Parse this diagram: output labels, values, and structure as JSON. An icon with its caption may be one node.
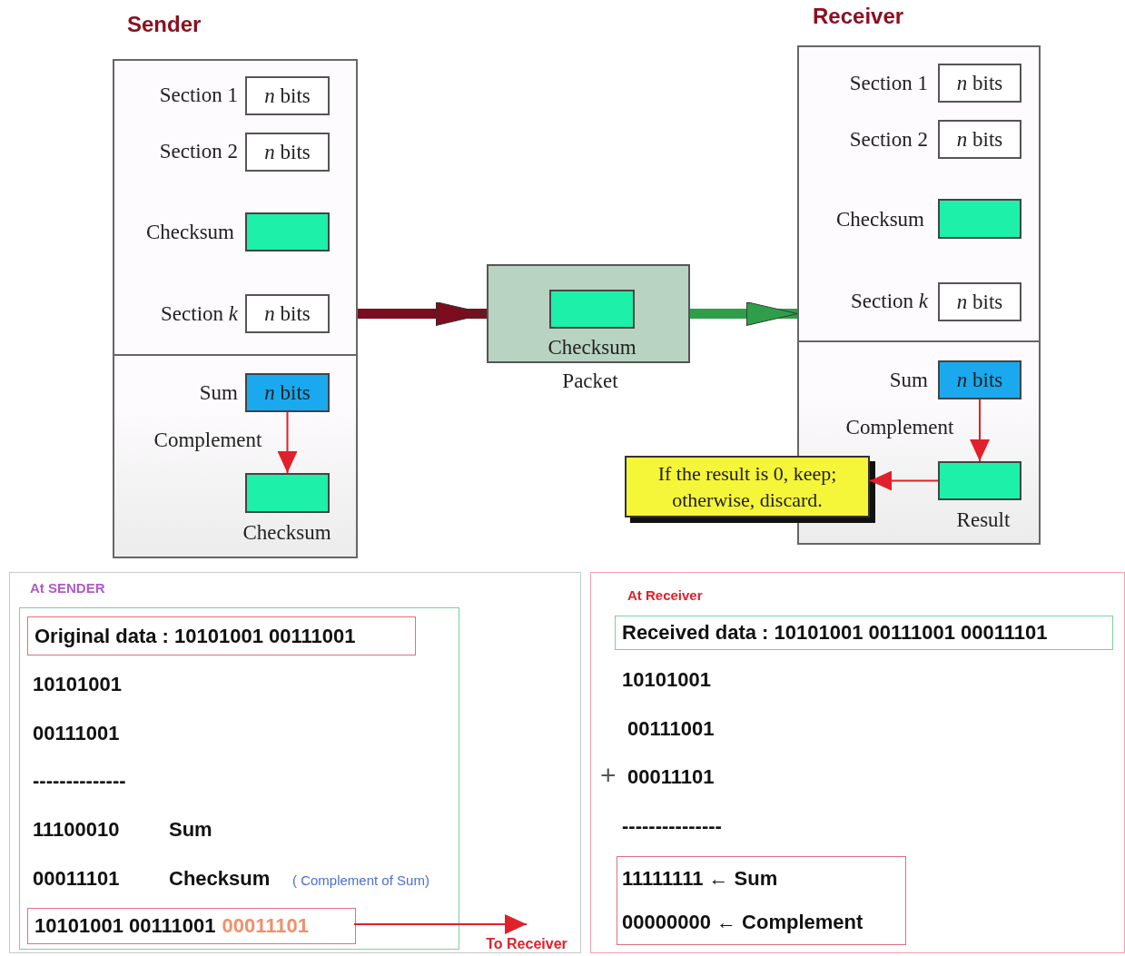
{
  "diagram": {
    "nodes": [
      {
        "text": [
          "Sender"
        ]
      },
      {
        "text": [
          "*n* bits"
        ],
        "in": 0,
        "beside": [
          "Section 1"
        ]
      },
      {
        "text": [
          "*n* bits"
        ],
        "in": 0,
        "beside": [
          "Section 2"
        ]
      },
      {
        "text": [],
        "shape": "box",
        "in": 0,
        "beside": [
          "Checksum"
        ]
      },
      {
        "text": [
          "*n* bits"
        ],
        "in": 0,
        "beside": [
          "Section *k*"
        ]
      },
      {
        "text": [
          "*n* bits"
        ],
        "in": 0,
        "beside": [
          "Sum"
        ]
      },
      {
        "text": [],
        "shape": "box",
        "in": 0,
        "beside": [
          "Checksum"
        ]
      },
      {
        "text": [],
        "shape": "box",
        "beside": [
          "Packet"
        ]
      },
      {
        "text": [],
        "shape": "box",
        "in": 7,
        "beside": [
          "Checksum"
        ]
      },
      {
        "text": [
          "Receiver"
        ]
      },
      {
        "text": [
          "*n* bits"
        ],
        "in": 9,
        "beside": [
          "Section 1"
        ]
      },
      {
        "text": [
          "*n* bits"
        ],
        "in": 9,
        "beside": [
          "Section 2"
        ]
      },
      {
        "text": [],
        "shape": "box",
        "in": 9,
        "beside": [
          "Checksum"
        ]
      },
      {
        "text": [
          "*n* bits"
        ],
        "in": 9,
        "beside": [
          "Section *k*"
        ]
      },
      {
        "text": [
          "*n* bits"
        ],
        "in": 9,
        "beside": [
          "Sum"
        ]
      },
      {
        "text": [],
        "shape": "box",
        "in": 9,
        "beside": [
          "Result"
        ]
      },
      {
        "text": [
          "If the result is 0, keep; otherwise, discard."
        ]
      },
      {
        "text": [
          "At SENDER"
        ]
      },
      {
        "text": [
          "10101001",
          "00111001",
          "--------------",
          "11100010",
          "Sum",
          "00011101",
          "Checksum",
          "( Complement of Sum)"
        ],
        "in": 17
      },
      {
        "text": [
          "Original data : 10101001 00111001"
        ],
        "in": 18
      },
      {
        "text": [
          "10101001 00111001",
          "00011101"
        ],
        "in": 18
      },
      {
        "text": [
          "At Receiver",
          "10101001",
          "00111001",
          "+",
          "00011101",
          "---------------"
        ]
      },
      {
        "text": [
          "Received data : 10101001 00111001 00011101"
        ],
        "in": 21
      },
      {
        "text": [
          "11111111 ← Sum",
          "00000000 ← Complement"
        ],
        "in": 21
      }
    ],
    "edges": [
      {
        "from": 0,
        "to": 7,
        "arrow": "to",
        "style": "thick",
        "color": "#7b0d1e"
      },
      {
        "from": 7,
        "to": 9,
        "arrow": "to",
        "style": "thick",
        "color": "#2e9e48"
      },
      {
        "from": 5,
        "to": 6,
        "arrow": "to",
        "label": "Complement"
      },
      {
        "from": 14,
        "to": 15,
        "arrow": "to",
        "label": "Complement"
      },
      {
        "from": 15,
        "to": 16,
        "arrow": "to"
      },
      {
        "from": 20,
        "to": null,
        "arrow": "to",
        "label": "To Receiver"
      }
    ]
  }
}
